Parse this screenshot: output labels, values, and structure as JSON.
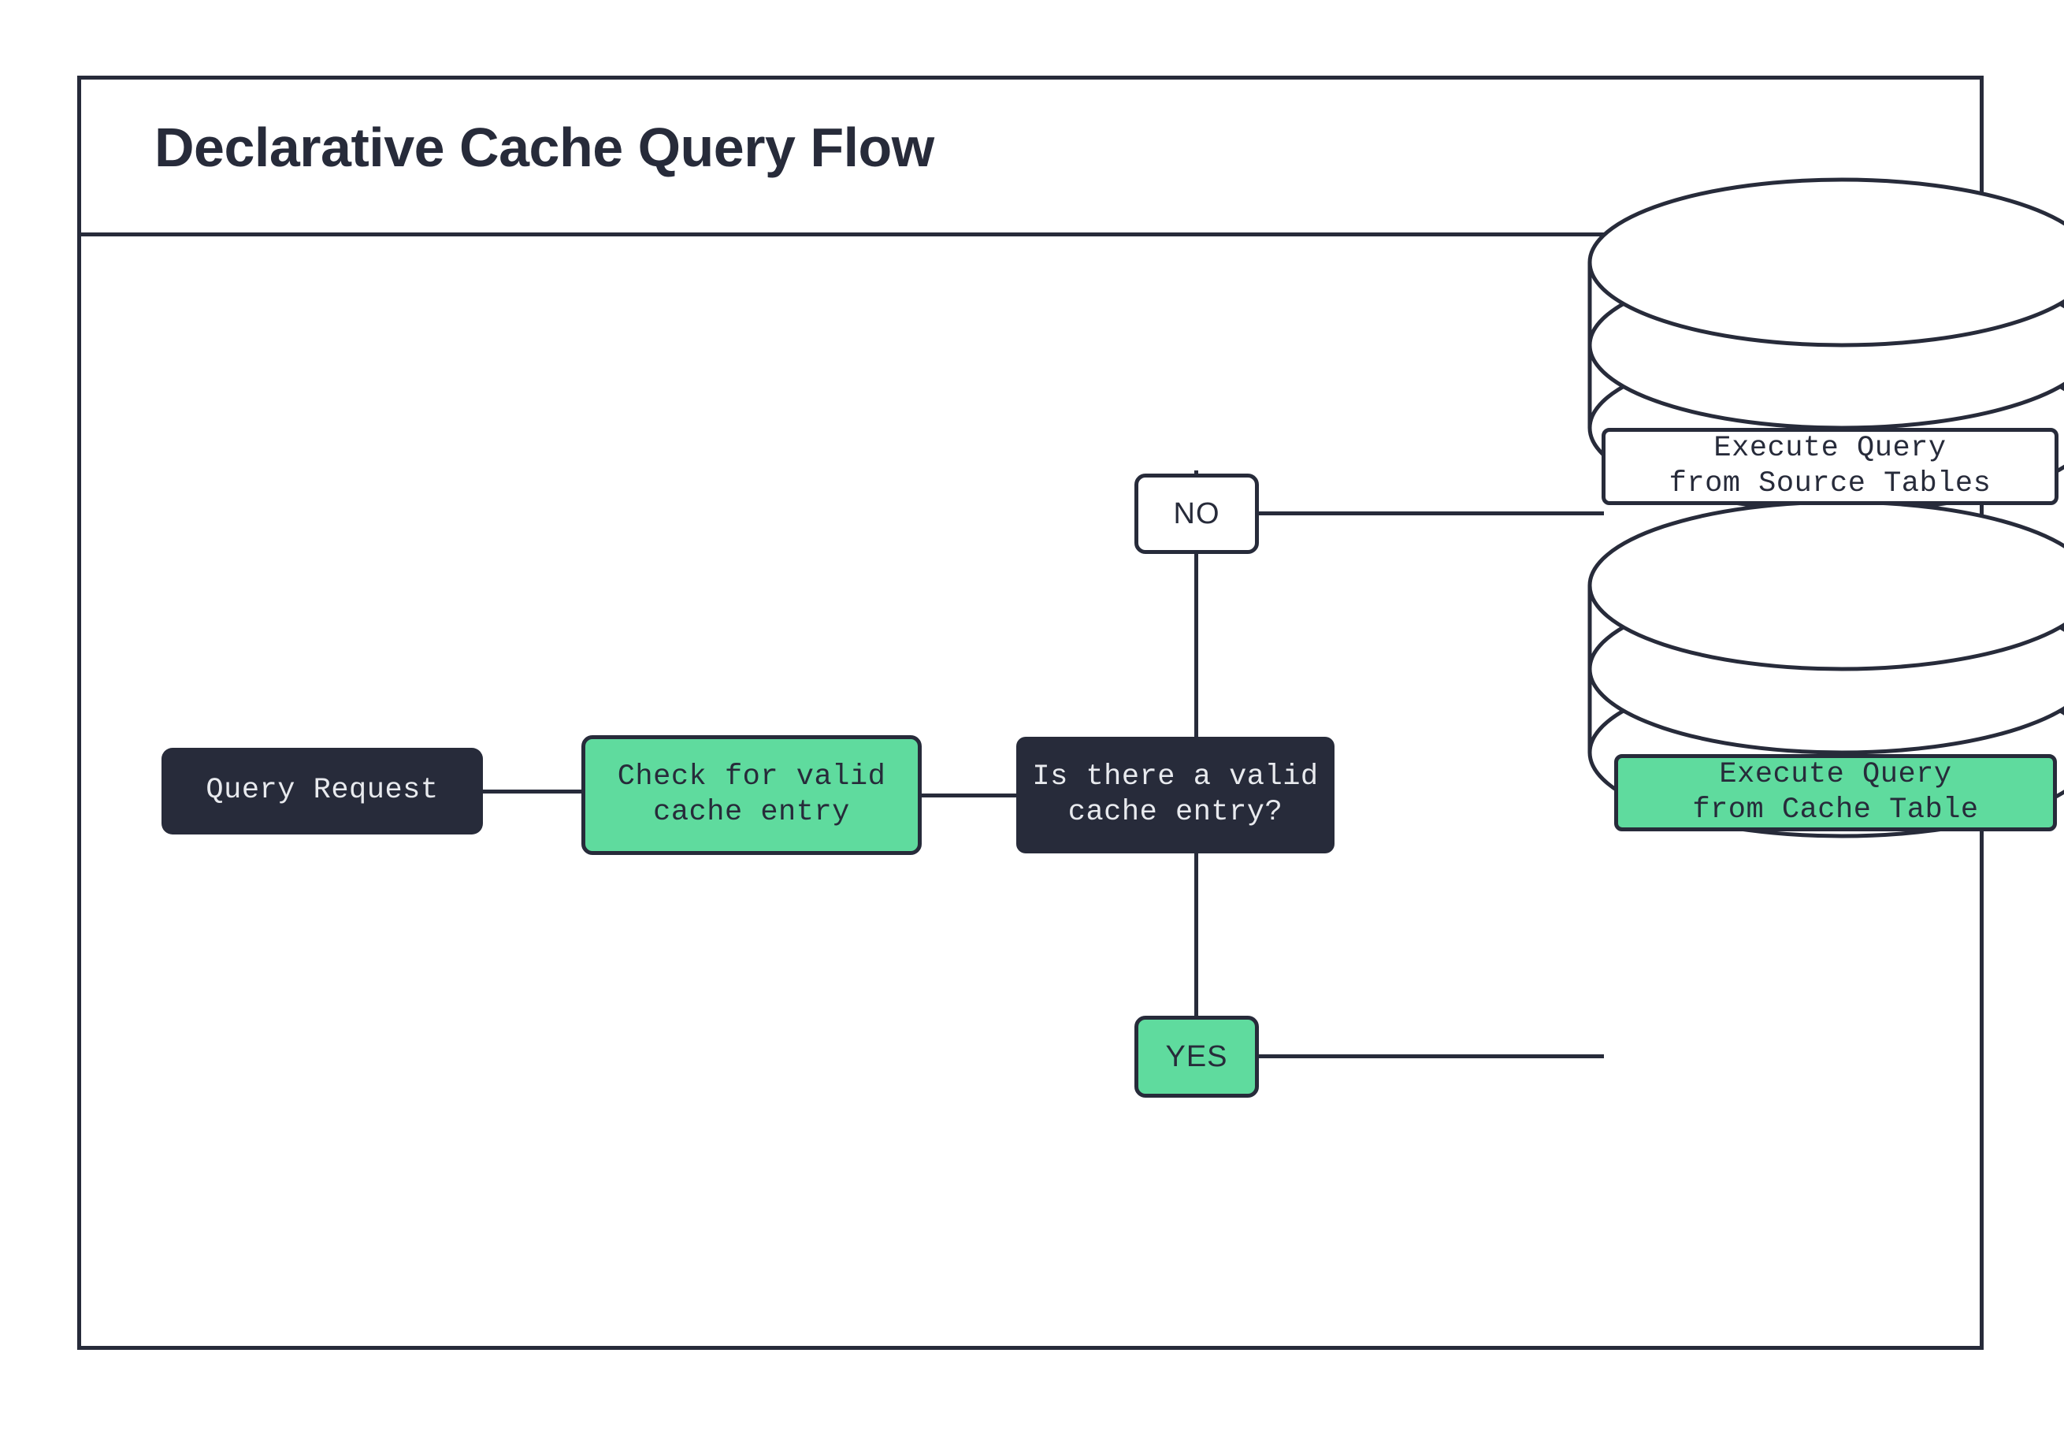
{
  "diagram": {
    "title": "Declarative Cache Query Flow",
    "colors": {
      "ink": "#272b3a",
      "accent_green": "#5fdb9e",
      "surface": "#ffffff",
      "dark_text": "#e8eaee"
    },
    "nodes": [
      {
        "id": "query-request",
        "label": "Query Request",
        "style": "dark"
      },
      {
        "id": "check-cache",
        "label": "Check for valid\ncache entry",
        "style": "green"
      },
      {
        "id": "decision",
        "label": "Is there a valid\ncache entry?",
        "style": "dark"
      },
      {
        "id": "exec-source",
        "label": "Execute Query\nfrom Source Tables",
        "style": "white"
      },
      {
        "id": "exec-cache",
        "label": "Execute Query\nfrom Cache Table",
        "style": "green"
      }
    ],
    "branches": [
      {
        "id": "no",
        "label": "NO",
        "style": "white",
        "target": "exec-source"
      },
      {
        "id": "yes",
        "label": "YES",
        "style": "green",
        "target": "exec-cache"
      }
    ],
    "databases": [
      {
        "id": "source-db",
        "name": "source-tables-database"
      },
      {
        "id": "cache-db",
        "name": "cache-table-database"
      }
    ],
    "edges": [
      {
        "from": "query-request",
        "to": "check-cache"
      },
      {
        "from": "check-cache",
        "to": "decision"
      },
      {
        "from": "decision",
        "to": "no"
      },
      {
        "from": "decision",
        "to": "yes"
      },
      {
        "from": "no",
        "to": "source-db"
      },
      {
        "from": "yes",
        "to": "cache-db"
      }
    ]
  }
}
